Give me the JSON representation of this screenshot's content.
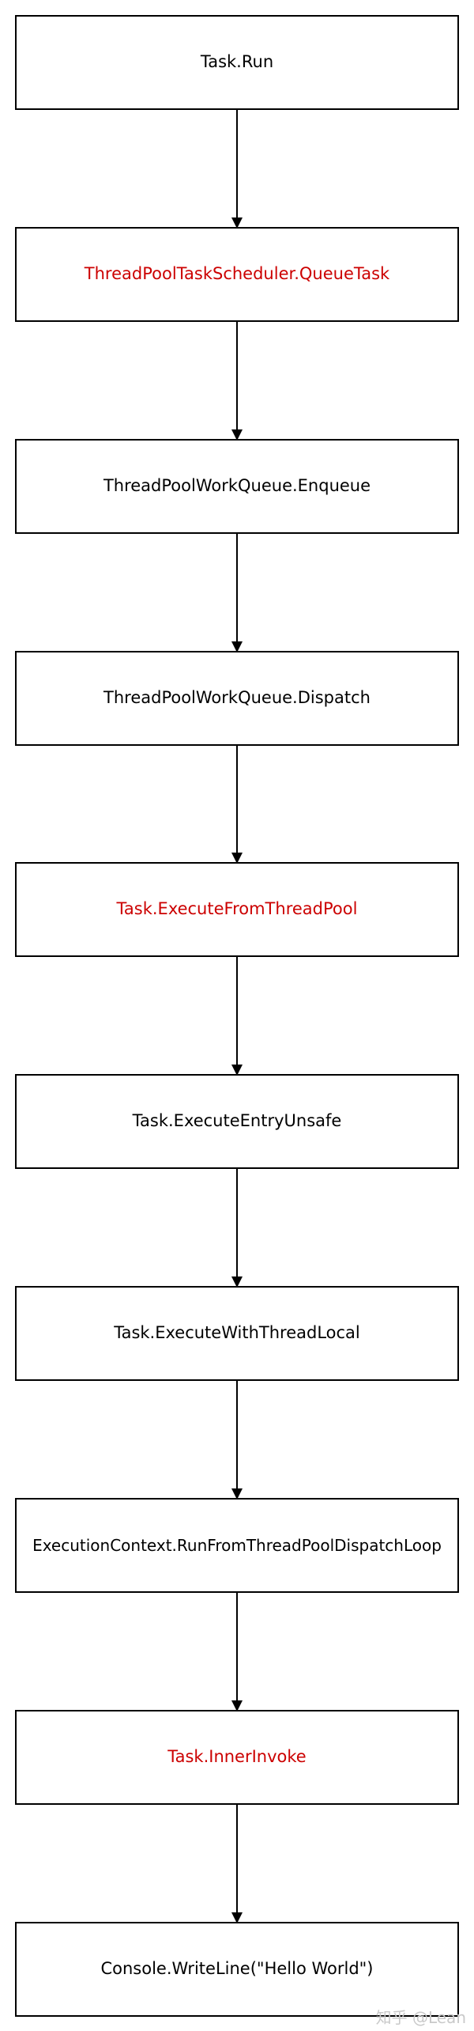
{
  "colors": {
    "default_text": "#000000",
    "highlight_text": "#cc0000",
    "border": "#000000",
    "watermark": "#c9c9c9"
  },
  "nodes": [
    {
      "label": "Task.Run",
      "highlight": false
    },
    {
      "label": "ThreadPoolTaskScheduler.QueueTask",
      "highlight": true
    },
    {
      "label": "ThreadPoolWorkQueue.Enqueue",
      "highlight": false
    },
    {
      "label": "ThreadPoolWorkQueue.Dispatch",
      "highlight": false
    },
    {
      "label": "Task.ExecuteFromThreadPool",
      "highlight": true
    },
    {
      "label": "Task.ExecuteEntryUnsafe",
      "highlight": false
    },
    {
      "label": "Task.ExecuteWithThreadLocal",
      "highlight": false
    },
    {
      "label": "ExecutionContext.RunFromThreadPoolDispatchLoop",
      "highlight": false
    },
    {
      "label": "Task.InnerInvoke",
      "highlight": true
    },
    {
      "label": "Console.WriteLine(\"Hello World\")",
      "highlight": false
    }
  ],
  "watermark": {
    "text": "知乎 @Lean"
  }
}
